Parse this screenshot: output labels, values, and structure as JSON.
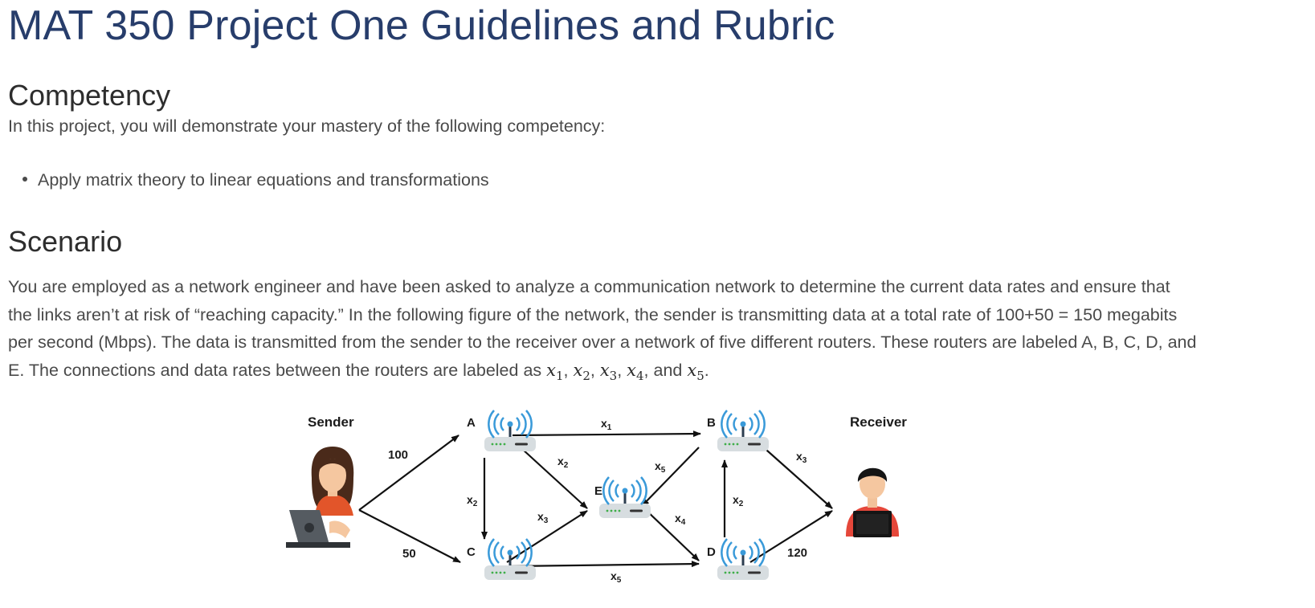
{
  "title": "MAT 350 Project One Guidelines and Rubric",
  "competency": {
    "heading": "Competency",
    "intro": "In this project, you will demonstrate your mastery of the following competency:",
    "items": [
      "Apply matrix theory to linear equations and transformations"
    ]
  },
  "scenario": {
    "heading": "Scenario",
    "text_part1": "You are employed as a network engineer and have been asked to analyze a communication network to determine the current data rates and ensure that the links aren’t at risk of “reaching capacity.” In the following figure of the network, the sender is transmitting data at a total rate of 100+50 = 150 megabits per second (Mbps). The data is transmitted from the sender to the receiver over a network of five different routers. These routers are labeled A, B, C, D, and E. The connections and data rates between the routers are labeled as ",
    "var_x": "x",
    "subs": [
      "1",
      "2",
      "3",
      "4",
      "5"
    ],
    "sep_comma": ", ",
    "sep_and": ", and ",
    "end": "."
  },
  "figure": {
    "sender_label": "Sender",
    "receiver_label": "Receiver",
    "routers": {
      "A": "A",
      "B": "B",
      "C": "C",
      "D": "D",
      "E": "E"
    },
    "edge_labels": {
      "sender_a": "100",
      "sender_c": "50",
      "a_b": "x1",
      "a_c": "x2",
      "a_e": "x2",
      "c_e": "x3",
      "c_d": "x5",
      "b_e": "x5",
      "e_d": "x4",
      "d_b": "x2",
      "b_receiver": "x3",
      "d_receiver": "120"
    },
    "colors": {
      "wifi": "#3a9ad9",
      "router_body": "#d7dde0",
      "accent": "#273d6b",
      "sender_shirt": "#e2552a",
      "receiver_shirt": "#e5473a"
    }
  }
}
